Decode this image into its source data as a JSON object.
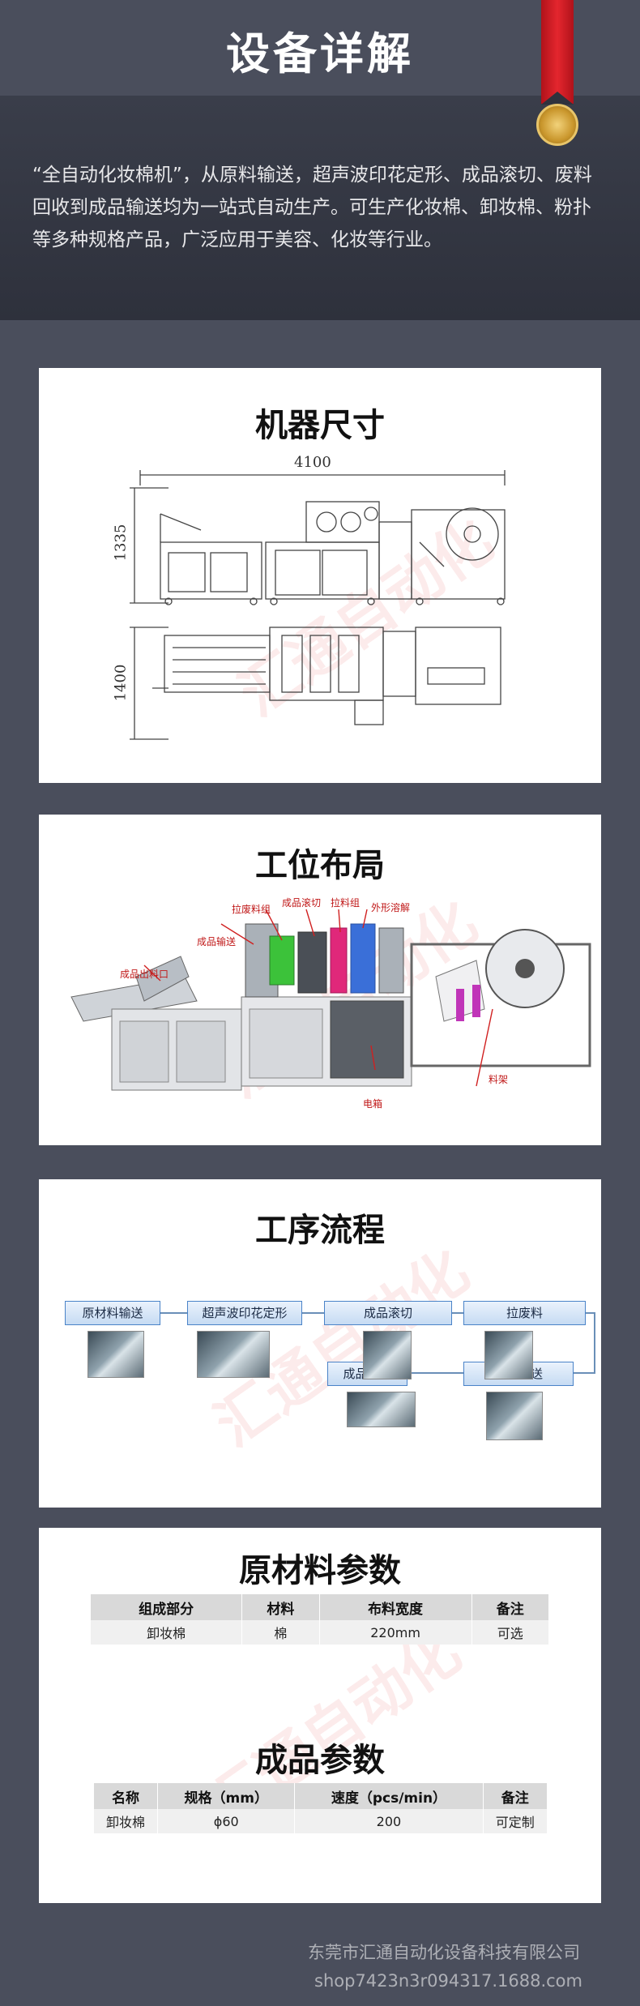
{
  "header": {
    "title": "设备详解",
    "intro": "“全自动化妆棉机”，从原料输送，超声波印花定形、成品滚切、废料回收到成品输送均为一站式自动生产。可生产化妆棉、卸妆棉、粉扑等多种规格产品，广泛应用于美容、化妆等行业。"
  },
  "dimensions": {
    "title": "机器尺寸",
    "width": "4100",
    "height": "1335",
    "depth": "1400"
  },
  "layout": {
    "title": "工位布局",
    "labels": {
      "waste_roller": "拉废料组",
      "roll_cut": "成品滚切",
      "pull_roller": "拉料组",
      "ultrasonic": "外形溶解",
      "conveyor": "成品输送",
      "outlet": "成品出料口",
      "cabinet": "电箱",
      "rack": "料架"
    }
  },
  "process": {
    "title": "工序流程",
    "steps": [
      "原材料输送",
      "超声波印花定形",
      "成品滚切",
      "拉废料",
      "成品输送",
      "成品出料"
    ]
  },
  "raw_material": {
    "title": "原材料参数",
    "headers": [
      "组成部分",
      "材料",
      "布料宽度",
      "备注"
    ],
    "row": [
      "卸妆棉",
      "棉",
      "220mm",
      "可选"
    ]
  },
  "product": {
    "title": "成品参数",
    "headers": [
      "名称",
      "规格（mm）",
      "速度（pcs/min）",
      "备注"
    ],
    "row": [
      "卸妆棉",
      "ϕ60",
      "200",
      "可定制"
    ]
  },
  "watermark": "汇通自动化",
  "footer": {
    "company": "东莞市汇通自动化设备科技有限公司",
    "shop": "shop7423n3r094317.1688.com"
  },
  "colors": {
    "page_bg": "#4a4e5c",
    "header_bg": "#2e313c",
    "ribbon": "#e4262e",
    "flow_box": "#c6dbf3"
  }
}
